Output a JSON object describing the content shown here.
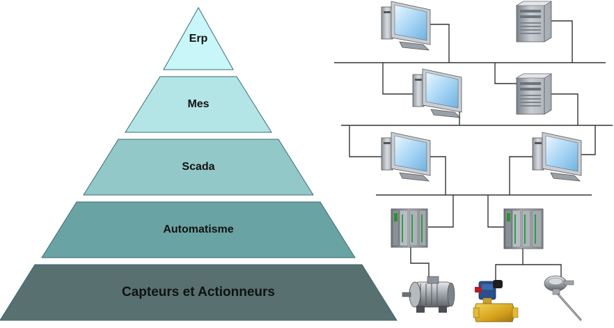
{
  "pyramid": {
    "levels": [
      {
        "label": "Erp",
        "color": "#c9f7f9"
      },
      {
        "label": "Mes",
        "color": "#b4e5e6"
      },
      {
        "label": "Scada",
        "color": "#93c8c8"
      },
      {
        "label": "Automatisme",
        "color": "#6aa3a3"
      },
      {
        "label": "Capteurs et Actionneurs",
        "color": "#587070"
      }
    ]
  },
  "network": {
    "devices": [
      {
        "kind": "workstation-icon"
      },
      {
        "kind": "server-icon"
      },
      {
        "kind": "workstation-icon"
      },
      {
        "kind": "server-icon"
      },
      {
        "kind": "workstation-icon"
      },
      {
        "kind": "workstation-icon"
      },
      {
        "kind": "plc-icon"
      },
      {
        "kind": "plc-icon"
      },
      {
        "kind": "motor-icon"
      },
      {
        "kind": "solenoid-valve-icon"
      },
      {
        "kind": "temperature-probe-icon"
      }
    ],
    "line_color": "#333333"
  }
}
